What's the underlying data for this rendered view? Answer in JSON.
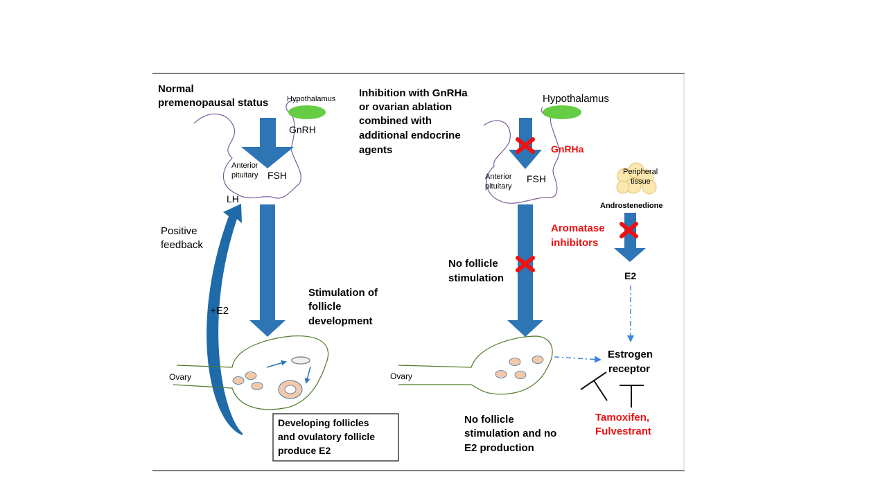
{
  "left_panel": {
    "title_line1": "Normal",
    "title_line2": "premenopausal status",
    "hypothalamus": "Hypothalamus",
    "gnrh": "GnRH",
    "anterior": "Anterior",
    "pituitary": "pituitary",
    "fsh": "FSH",
    "lh": "LH",
    "positive": "Positive",
    "feedback": "feedback",
    "plus_e2": "+E2",
    "stim_line1": "Stimulation of",
    "stim_line2": "follicle",
    "stim_line3": "development",
    "ovary": "Ovary",
    "box_line1": "Developing follicles",
    "box_line2": "and ovulatory follicle",
    "box_line3": "produce E2"
  },
  "right_panel": {
    "title_line1": "Inhibition with GnRHa",
    "title_line2": "or ovarian ablation",
    "title_line3": "combined with",
    "title_line4": "additional endocrine",
    "title_line5": "agents",
    "hypothalamus": "Hypothalamus",
    "gnrha": "GnRHa",
    "anterior": "Anterior",
    "pituitary": "pituitary",
    "fsh": "FSH",
    "peripheral": "Peripheral",
    "tissue": "tissue",
    "androstenedione": "Androstenedione",
    "aromatase": "Aromatase",
    "inhibitors": "inhibitors",
    "e2": "E2",
    "no_follicle_line1": "No follicle",
    "no_follicle_line2": "stimulation",
    "estrogen": "Estrogen",
    "receptor": "receptor",
    "ovary": "Ovary",
    "no_stim_line1": "No follicle",
    "no_stim_line2": "stimulation and no",
    "no_stim_line3": "E2 production",
    "tamoxifen": "Tamoxifen,",
    "fulvestrant": "Fulvestrant"
  },
  "colors": {
    "arrow_blue": "#2e75b6",
    "hypothalamus_green": "#66cc44",
    "inhibition_red": "#ee1111",
    "follicle_peach": "#f4c9a8",
    "ovary_outline": "#4f7a28",
    "pituitary_outline": "#7a5a9a"
  }
}
